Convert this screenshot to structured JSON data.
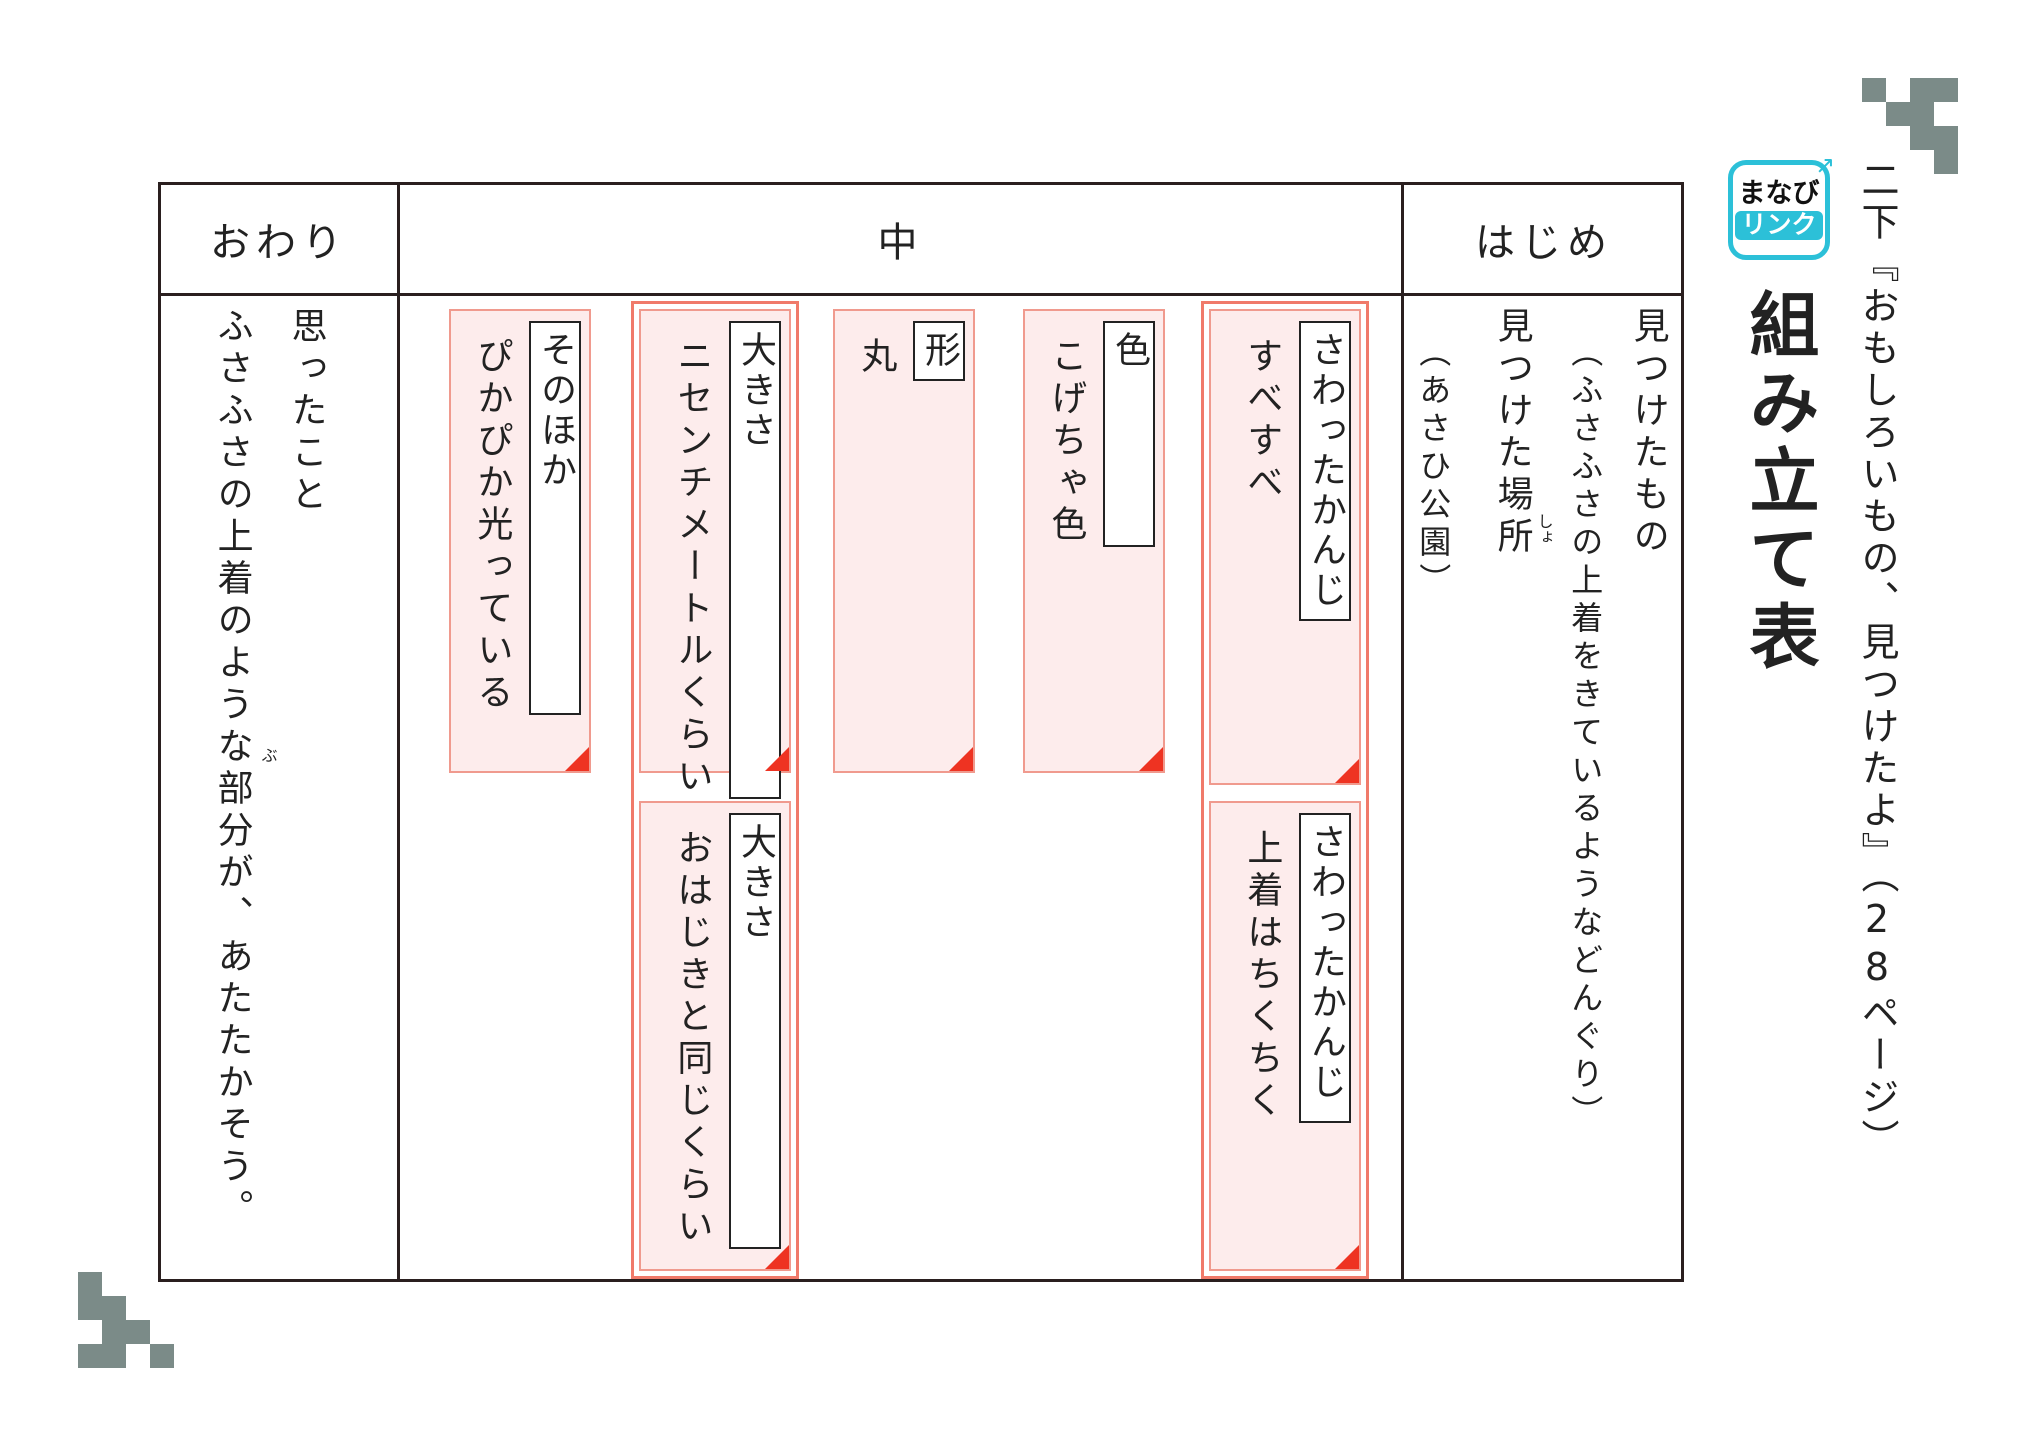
{
  "header": {
    "source": "二下『おもしろいもの、見つけたよ』（28ページ）",
    "title": "組み立て表",
    "logo_top": "まなび",
    "logo_bottom": "リンク"
  },
  "columns": {
    "hajime": "はじめ",
    "naka": "中",
    "owari": "おわり"
  },
  "hajime": {
    "item1_label": "見つけたもの",
    "item1_value": "（ふさふさの上着をきているようなどんぐり）",
    "item2_label": "見つけた場所",
    "item2_ruby": "しょ",
    "item2_value": "（あさひ公園）"
  },
  "naka": {
    "cards": [
      {
        "label": "さわったかんじ",
        "text": "すべすべ"
      },
      {
        "label": "さわったかんじ",
        "text": "上着はちくちく"
      },
      {
        "label": "色",
        "text": "こげちゃ色"
      },
      {
        "label": "形",
        "text": "丸"
      },
      {
        "label": "大きさ",
        "text": "ニセンチメートルくらい"
      },
      {
        "label": "大きさ",
        "text": "おはじきと同じくらい"
      },
      {
        "label": "そのほか",
        "text": "ぴかぴか光っている"
      }
    ]
  },
  "owari": {
    "label": "思ったこと",
    "text": "ふさふさの上着のような部分が、あたたかそう。",
    "ruby": "ぶ"
  },
  "colors": {
    "card_bg": "#fdecec",
    "card_border": "#f09a8e",
    "accent": "#ee3322",
    "logo": "#2cc0d8",
    "pattern": "#7b8b88"
  }
}
